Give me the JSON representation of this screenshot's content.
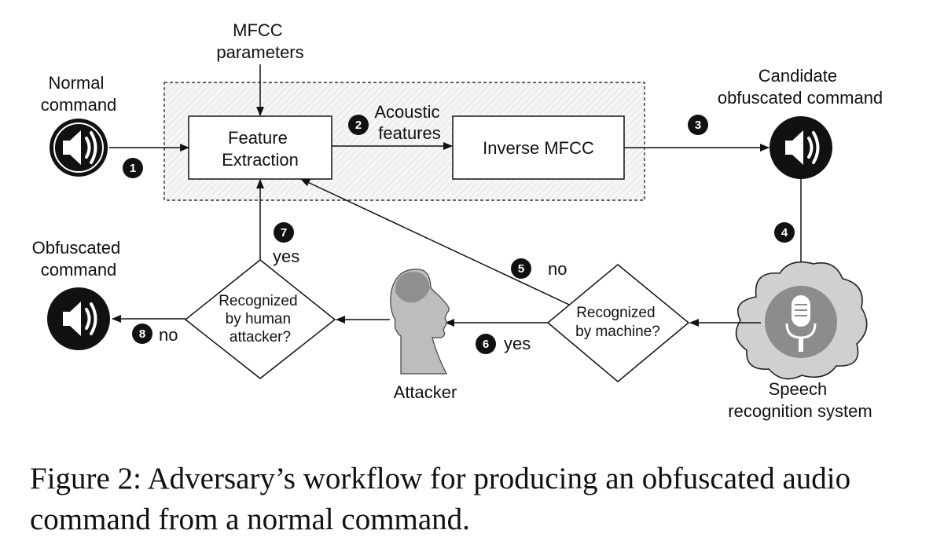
{
  "labels": {
    "mfcc_params": [
      "MFCC",
      "parameters"
    ],
    "normal_command": [
      "Normal",
      "command"
    ],
    "candidate_command": [
      "Candidate",
      "obfuscated command"
    ],
    "feature_extraction": [
      "Feature",
      "Extraction"
    ],
    "acoustic_features": [
      "Acoustic",
      "features"
    ],
    "inverse_mfcc": "Inverse MFCC",
    "obfuscated_command": [
      "Obfuscated",
      "command"
    ],
    "recognized_human": [
      "Recognized",
      "by human",
      "attacker?"
    ],
    "recognized_machine": [
      "Recognized",
      "by machine?"
    ],
    "attacker": "Attacker",
    "speech_system": [
      "Speech",
      "recognition system"
    ],
    "yes_7": "yes",
    "yes_6": "yes",
    "no_5": "no",
    "no_8": "no"
  },
  "steps": [
    "1",
    "2",
    "3",
    "4",
    "5",
    "6",
    "7",
    "8"
  ],
  "caption": "Figure 2: Adversary’s workflow for producing an obfuscated audio command from a normal command.",
  "colors": {
    "ink": "#111111",
    "panel": "#f2f2f2",
    "cloud": "#d0d0d0",
    "head": "#bdbdbd"
  },
  "icons": [
    "speaker-icon",
    "microphone-icon",
    "human-head-icon"
  ]
}
